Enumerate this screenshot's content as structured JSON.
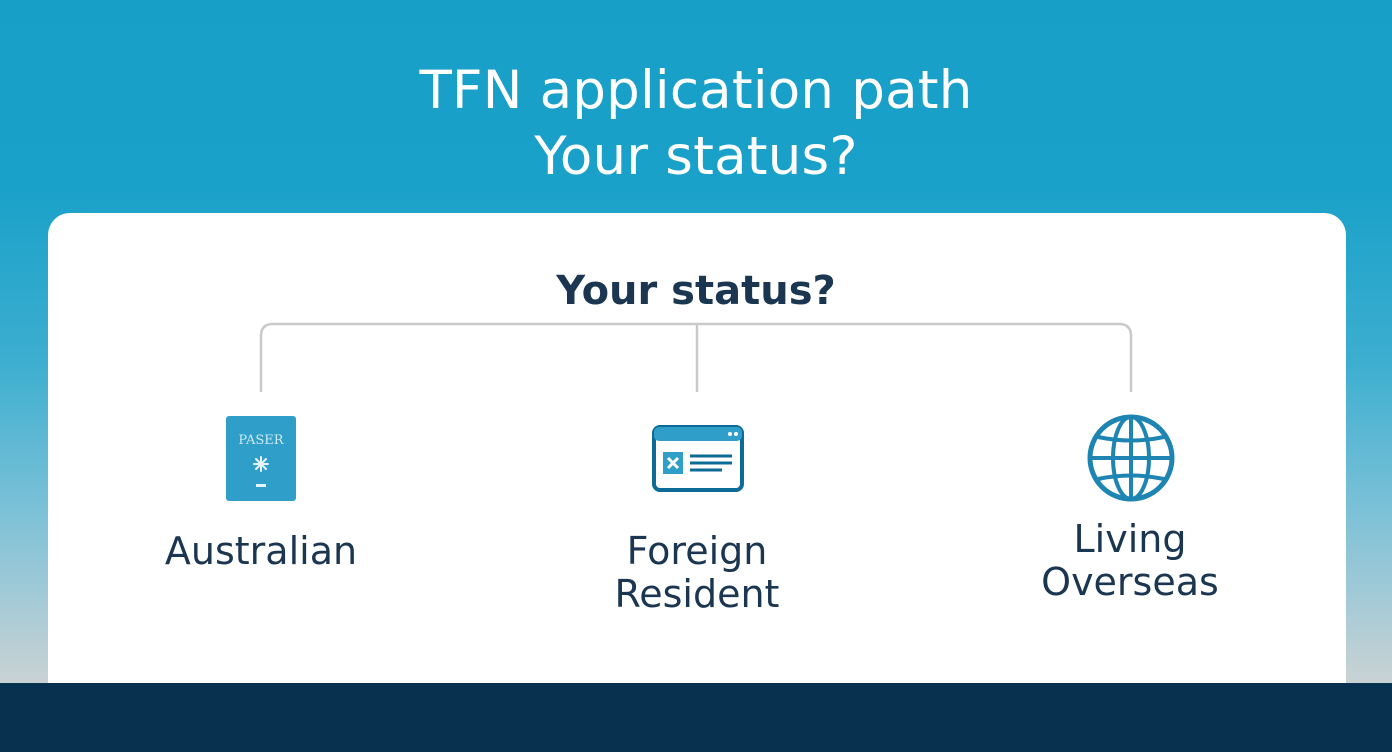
{
  "header": {
    "title_line1": "TFN application path",
    "title_line2": "Your status?"
  },
  "diagram": {
    "question": "Your status?",
    "options": [
      {
        "label_line1": "Australian",
        "label_line2": "",
        "icon": "passport-icon",
        "icon_text": "PASER"
      },
      {
        "label_line1": "Foreign",
        "label_line2": "Resident",
        "icon": "id-card-icon"
      },
      {
        "label_line1": "Living",
        "label_line2": "Overseas",
        "icon": "globe-icon"
      }
    ]
  },
  "colors": {
    "background_top": "#179fc7",
    "background_bottom": "#d8d8d8",
    "card": "#ffffff",
    "text_dark": "#1b3650",
    "icon_accent": "#2f9fc9",
    "connector": "#c9c9c9",
    "footer": "#08314f"
  }
}
